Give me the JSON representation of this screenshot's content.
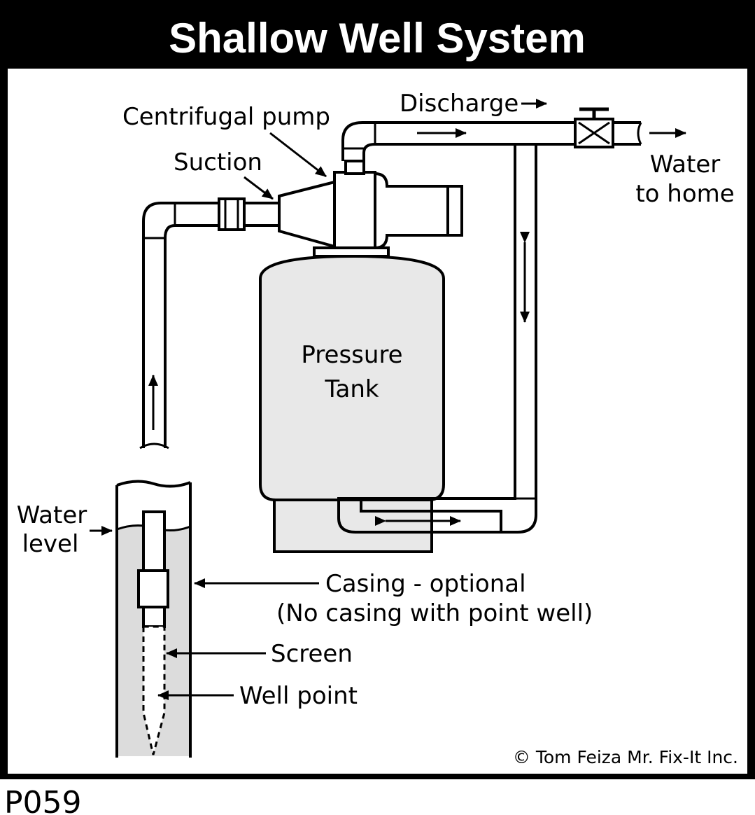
{
  "title": "Shallow Well System",
  "labels": {
    "discharge": "Discharge",
    "centrifugal_pump": "Centrifugal pump",
    "suction": "Suction",
    "water_to_home_line1": "Water",
    "water_to_home_line2": "to home",
    "pressure_tank_line1": "Pressure",
    "pressure_tank_line2": "Tank",
    "water_level_line1": "Water",
    "water_level_line2": "level",
    "casing_line1": "Casing - optional",
    "casing_line2": "(No casing with point well)",
    "screen": "Screen",
    "well_point": "Well point"
  },
  "copyright": "© Tom Feiza Mr. Fix-It Inc.",
  "figure_code": "P059",
  "colors": {
    "frame": "#000000",
    "background": "#ffffff",
    "tank_fill": "#e8e8e8",
    "water_fill": "#dcdcdc"
  }
}
